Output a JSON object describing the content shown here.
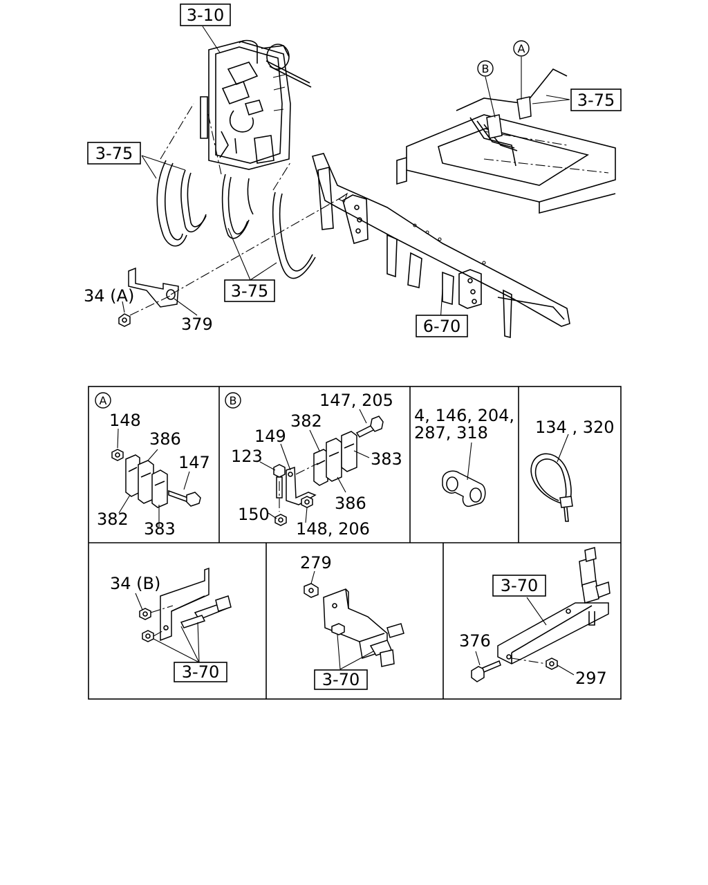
{
  "refs": {
    "r310": "3-10",
    "r375_top_right": "3-75",
    "r375_left": "3-75",
    "r375_bottom": "3-75",
    "r670": "6-70",
    "r370_p4": "3-70",
    "r370_p5": "3-70",
    "r370_p6": "3-70"
  },
  "callouts": {
    "circle_a_top": "A",
    "circle_b_top": "B",
    "p34a": "34 (A)",
    "p379": "379"
  },
  "panel_a": {
    "marker": "A",
    "p148": "148",
    "p386": "386",
    "p147": "147",
    "p382": "382",
    "p383": "383"
  },
  "panel_b": {
    "marker": "B",
    "p147_205": "147, 205",
    "p382": "382",
    "p149": "149",
    "p383": "383",
    "p123": "123",
    "p386": "386",
    "p150": "150",
    "p148_206": "148, 206"
  },
  "panel_clip": {
    "line1": "4, 146, 204,",
    "line2": "287, 318"
  },
  "panel_tie": {
    "label": "134 , 320"
  },
  "panel_4": {
    "p34b": "34 (B)"
  },
  "panel_5": {
    "p279": "279"
  },
  "panel_6": {
    "p376": "376",
    "p297": "297"
  }
}
